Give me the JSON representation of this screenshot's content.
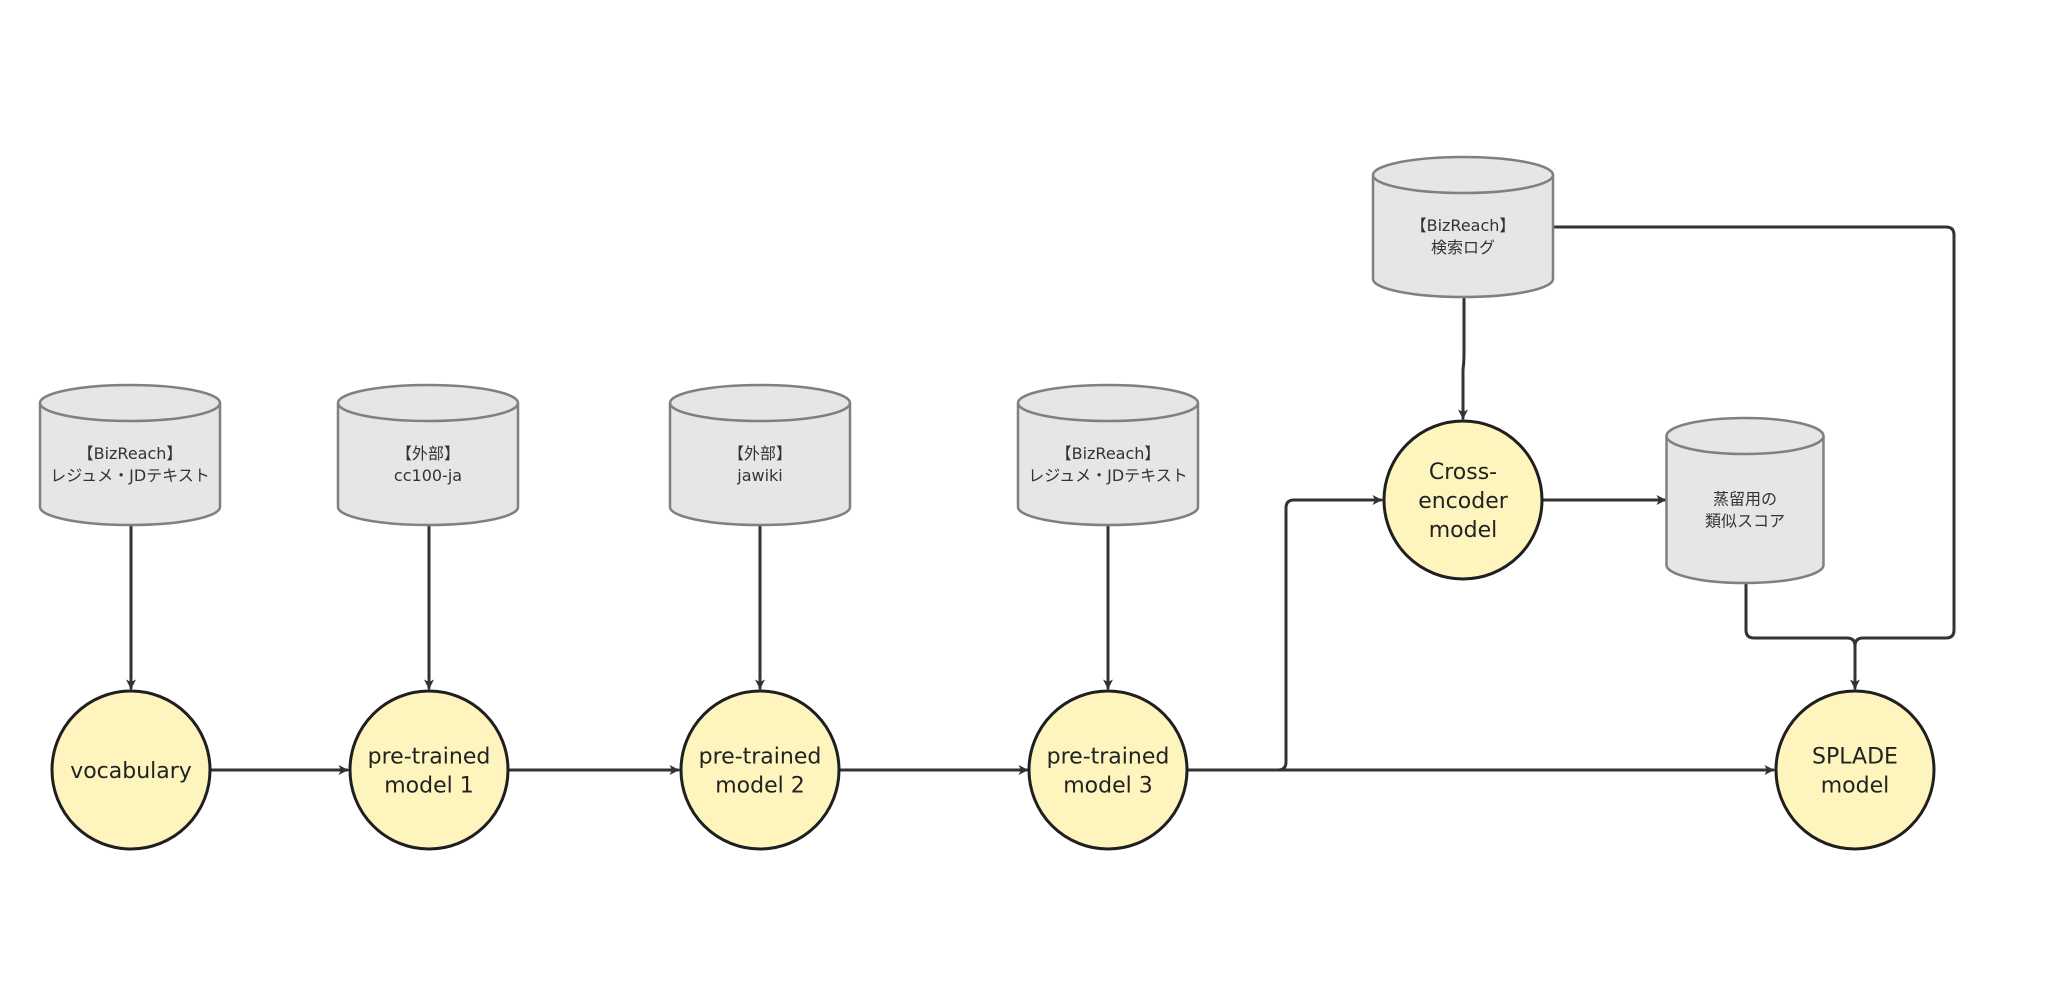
{
  "colors": {
    "node_fill": "#fdf5bd",
    "node_stroke": "#1f1f1f",
    "db_fill": "#e6e6e6",
    "db_stroke": "#808080",
    "edge": "#333333"
  },
  "databases": [
    {
      "id": "db-bizreach-resume-1",
      "lines": [
        "【BizReach】",
        "レジュメ・JDテキスト"
      ]
    },
    {
      "id": "db-cc100",
      "lines": [
        "【外部】",
        "cc100-ja"
      ]
    },
    {
      "id": "db-jawiki",
      "lines": [
        "【外部】",
        "jawiki"
      ]
    },
    {
      "id": "db-bizreach-resume-2",
      "lines": [
        "【BizReach】",
        "レジュメ・JDテキスト"
      ]
    },
    {
      "id": "db-search-log",
      "lines": [
        "【BizReach】",
        "検索ログ"
      ]
    },
    {
      "id": "db-similarity-score",
      "lines": [
        "蒸留用の",
        "類似スコア"
      ]
    }
  ],
  "nodes": [
    {
      "id": "vocabulary",
      "lines": [
        "vocabulary"
      ]
    },
    {
      "id": "pretrained-1",
      "lines": [
        "pre-trained",
        "model 1"
      ]
    },
    {
      "id": "pretrained-2",
      "lines": [
        "pre-trained",
        "model 2"
      ]
    },
    {
      "id": "pretrained-3",
      "lines": [
        "pre-trained",
        "model 3"
      ]
    },
    {
      "id": "cross-encoder",
      "lines": [
        "Cross-",
        "encoder",
        "model"
      ]
    },
    {
      "id": "splade",
      "lines": [
        "SPLADE",
        "model"
      ]
    }
  ]
}
